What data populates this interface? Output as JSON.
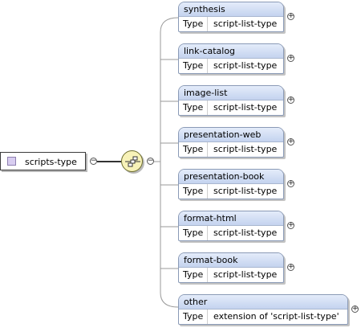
{
  "root": {
    "label": "scripts-type",
    "toggle": "−"
  },
  "sequence": {
    "toggle": "−"
  },
  "type_key": "Type",
  "elements": [
    {
      "name": "synthesis",
      "type": "script-list-type",
      "toggle": "+"
    },
    {
      "name": "link-catalog",
      "type": "script-list-type",
      "toggle": "+"
    },
    {
      "name": "image-list",
      "type": "script-list-type",
      "toggle": "+"
    },
    {
      "name": "presentation-web",
      "type": "script-list-type",
      "toggle": "+"
    },
    {
      "name": "presentation-book",
      "type": "script-list-type",
      "toggle": "+"
    },
    {
      "name": "format-html",
      "type": "script-list-type",
      "toggle": "+"
    },
    {
      "name": "format-book",
      "type": "script-list-type",
      "toggle": "+"
    },
    {
      "name": "other",
      "type": "extension of 'script-list-type'",
      "toggle": "+"
    }
  ],
  "colors": {
    "root_icon": "#d8cdf0",
    "sequence_fill": "#f7f2b8",
    "element_header": "#c4d3ef",
    "connector": "#9a9a9a"
  }
}
